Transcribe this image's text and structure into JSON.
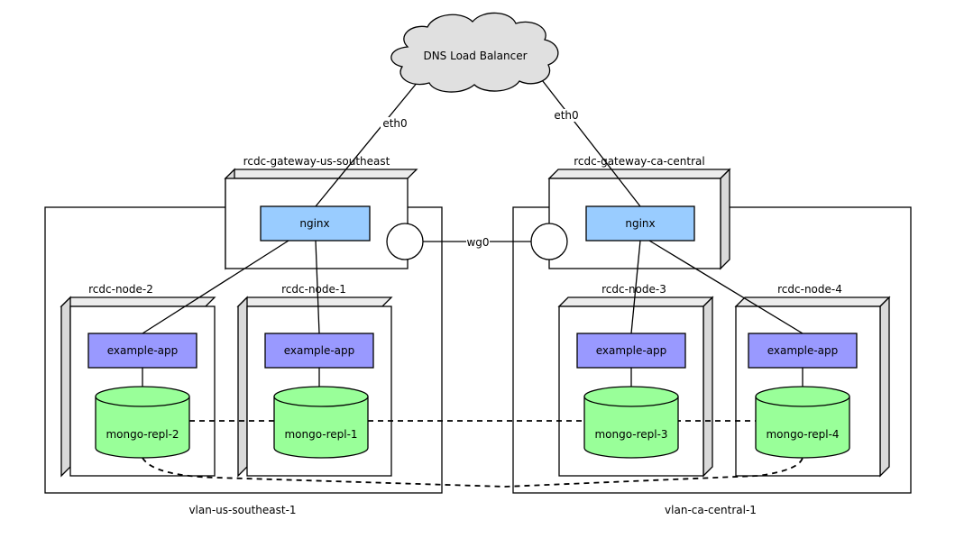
{
  "colors": {
    "cloud": "#e0e0e0",
    "nginx": "#99ccff",
    "app": "#9999ff",
    "mongo": "#99ff99",
    "node_side": "#d9d9d9",
    "node_top": "#ececec"
  },
  "cloud": {
    "label": "DNS Load Balancer"
  },
  "links": {
    "eth0_left": "eth0",
    "eth0_right": "eth0",
    "wg0": "wg0"
  },
  "vlans": [
    {
      "label": "vlan-us-southeast-1"
    },
    {
      "label": "vlan-ca-central-1"
    }
  ],
  "gateways": [
    {
      "label": "rcdc-gateway-us-southeast",
      "service": "nginx"
    },
    {
      "label": "rcdc-gateway-ca-central",
      "service": "nginx"
    }
  ],
  "nodes": [
    {
      "label": "rcdc-node-2",
      "app": "example-app",
      "db": "mongo-repl-2"
    },
    {
      "label": "rcdc-node-1",
      "app": "example-app",
      "db": "mongo-repl-1"
    },
    {
      "label": "rcdc-node-3",
      "app": "example-app",
      "db": "mongo-repl-3"
    },
    {
      "label": "rcdc-node-4",
      "app": "example-app",
      "db": "mongo-repl-4"
    }
  ]
}
